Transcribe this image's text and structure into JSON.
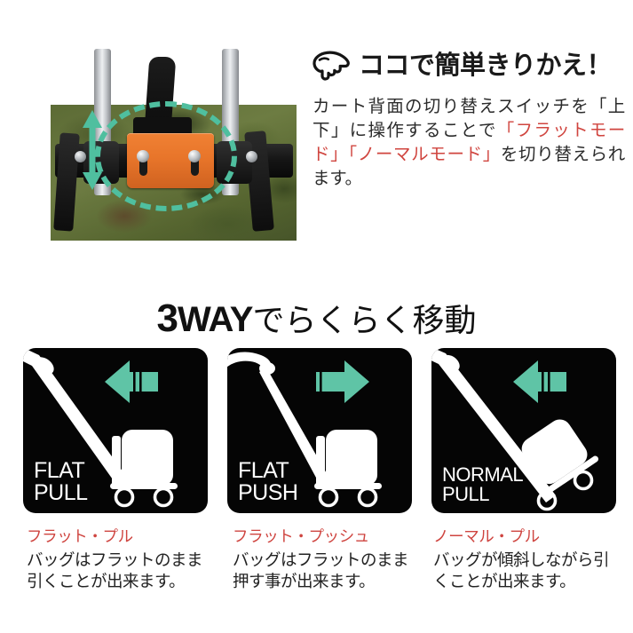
{
  "photo": {
    "alt_name": "switch-closeup-photo",
    "colors": {
      "orange_switch": "#e8752a",
      "teal_highlight": "#4fbf9f",
      "camo_green": "#5c6b35"
    },
    "annotations": {
      "dashed_ellipse": "dashed-ellipse-highlight",
      "updown_arrow": "up-down-arrow"
    }
  },
  "header": {
    "hand_icon": "pointing-hand-icon",
    "headline": "ココで簡単きりかえ！",
    "description": {
      "part1": "カート背面の切り替えスイッチを「上下」に操作することで",
      "highlight1": "「フラットモード」",
      "highlight2": "「ノーマルモード」",
      "part2": "を切り替えられます。"
    },
    "highlight_color": "#d0453f"
  },
  "way_heading": {
    "number": "3",
    "word": "WAY",
    "suffix": "でらくらく移動"
  },
  "panels": [
    {
      "id": "flat-pull",
      "label": "FLAT\nPULL",
      "arrow_direction": "left",
      "bag_mode": "flat",
      "arrow_color": "#5fc4a6"
    },
    {
      "id": "flat-push",
      "label": "FLAT\nPUSH",
      "arrow_direction": "right",
      "bag_mode": "flat",
      "arrow_color": "#5fc4a6"
    },
    {
      "id": "normal-pull",
      "label": "NORMAL\nPULL",
      "arrow_direction": "left",
      "bag_mode": "tilted",
      "arrow_color": "#5fc4a6"
    }
  ],
  "captions": [
    {
      "title": "フラット・プル",
      "body": "バッグはフラットのまま引くことが出来ます。"
    },
    {
      "title": "フラット・プッシュ",
      "body": "バッグはフラットのまま押す事が出来ます。"
    },
    {
      "title": "ノーマル・プル",
      "body": "バッグが傾斜しながら引くことが出来ます。"
    }
  ],
  "caption_title_color": "#cf4540"
}
